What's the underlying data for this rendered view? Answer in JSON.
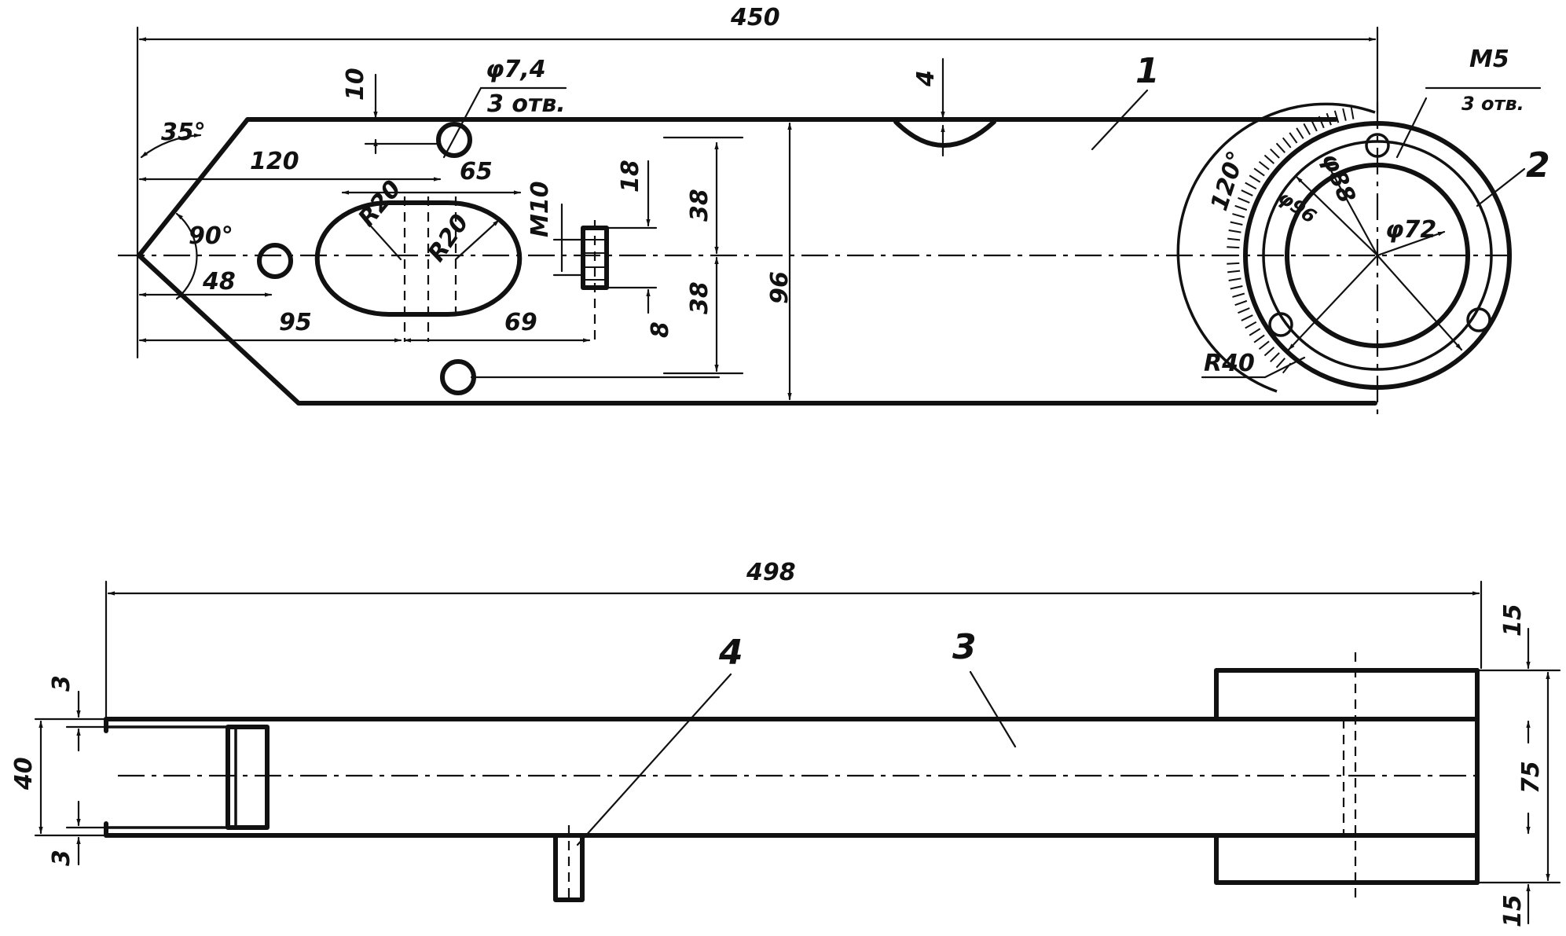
{
  "top_view": {
    "overall_length": "450",
    "angle_tip_top": "35°",
    "angle_tip": "90°",
    "dim_120": "120",
    "dim_65": "65",
    "dim_48": "48",
    "dim_95": "95",
    "dim_69": "69",
    "dim_10": "10",
    "dim_4": "4",
    "dim_18": "18",
    "dim_8": "8",
    "dim_38_upper": "38",
    "dim_38_lower": "38",
    "dim_96": "96",
    "radius_left": "R20",
    "radius_right": "R20",
    "thread_m10": "M10",
    "hole_diameter": "φ7,4",
    "hole_count_left": "3 отв.",
    "thread_m5": "M5",
    "hole_count_right": "3 отв.",
    "arc_angle": "120°",
    "diameter_88": "φ88",
    "diameter_96": "φ96",
    "diameter_72": "φ72",
    "radius_40": "R40",
    "part_1": "1",
    "part_2": "2"
  },
  "side_view": {
    "overall_length": "498",
    "dim_3_top": "3",
    "dim_3_bottom": "3",
    "height_40": "40",
    "dim_15_top": "15",
    "dim_15_bottom": "15",
    "height_75": "75",
    "part_3": "3",
    "part_4": "4"
  }
}
